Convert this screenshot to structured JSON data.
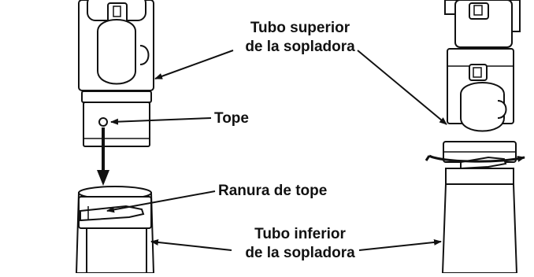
{
  "labels": {
    "upper_tube": [
      "Tubo superior",
      "de la sopladora"
    ],
    "stop": "Tope",
    "stop_slot": "Ranura de tope",
    "lower_tube": [
      "Tubo inferior",
      "de la sopladora"
    ]
  },
  "colors": {
    "line": "#111111",
    "fill": "#ffffff",
    "shading": "#bdbdbd"
  },
  "icons": [
    "rotation-arrow-icon",
    "down-arrow-icon",
    "stop-button-icon"
  ]
}
